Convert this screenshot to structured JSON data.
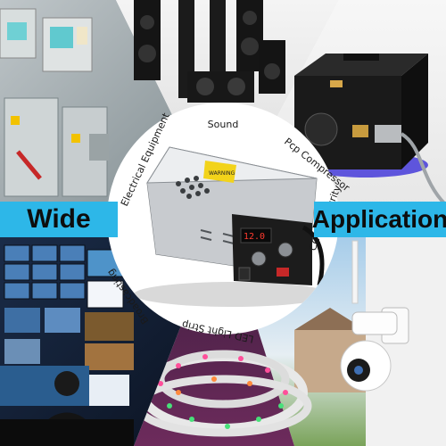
{
  "banner": {
    "left_word": "Wide",
    "right_word": "Application"
  },
  "segments": [
    {
      "label": "Sound"
    },
    {
      "label": "Pcp Compressor"
    },
    {
      "label": "CCTV Security"
    },
    {
      "label": "LED Light Strip"
    },
    {
      "label": "Broadcasting"
    },
    {
      "label": "Electrical Equipment"
    }
  ],
  "product": {
    "display_reading": "12.0",
    "warning_label": "WARNING"
  },
  "colors": {
    "banner": "#2db7e8",
    "circle": "#ffffff",
    "product_body": "#c9ccd0",
    "panel": "#1c1c1c"
  }
}
